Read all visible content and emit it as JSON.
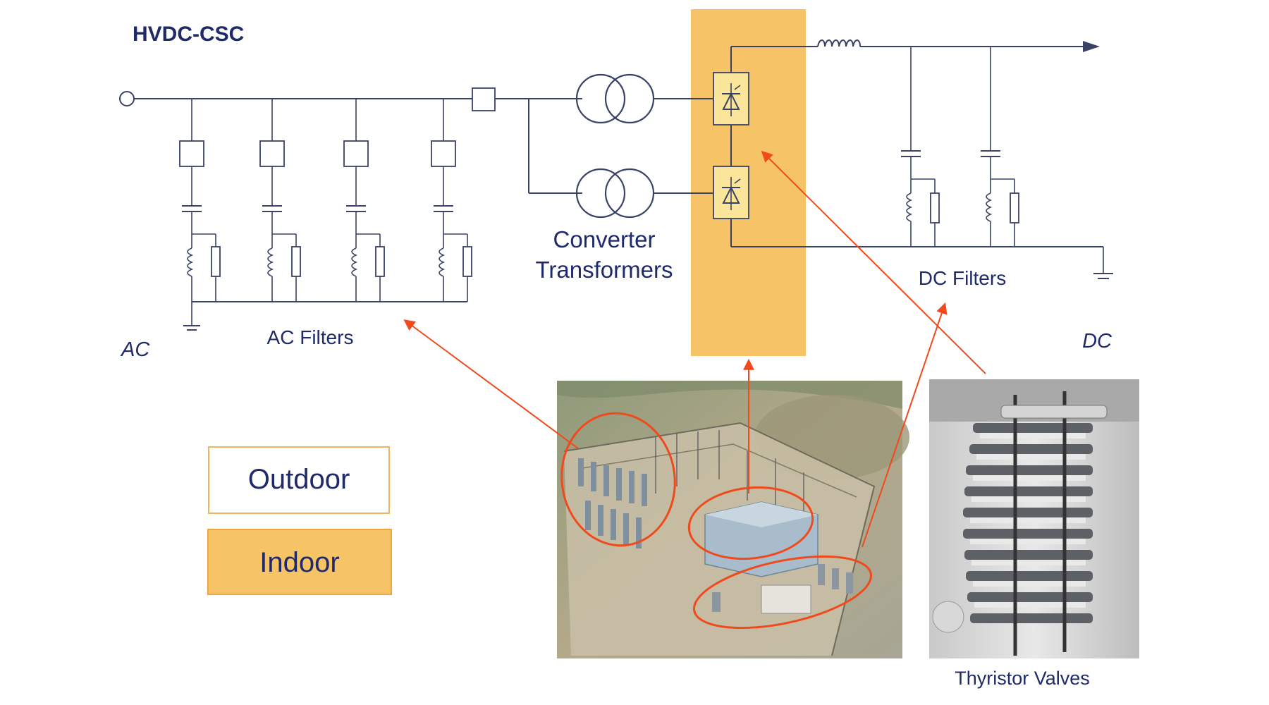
{
  "title": "HVDC-CSC",
  "labels": {
    "ac": "AC",
    "dc": "DC",
    "ac_filters": "AC Filters",
    "dc_filters": "DC Filters",
    "converter_transformers_line1": "Converter",
    "converter_transformers_line2": "Transformers",
    "thyristor_valves": "Thyristor Valves"
  },
  "legend": {
    "outdoor": "Outdoor",
    "indoor": "Indoor"
  },
  "colors": {
    "text": "#1f2a6b",
    "wire": "#3a4266",
    "indoor_fill": "#f6c366",
    "indoor_border": "#f0a640",
    "outdoor_border": "#f0b45a",
    "valve_fill": "#fbe59a",
    "highlight": "#f04a1c"
  }
}
